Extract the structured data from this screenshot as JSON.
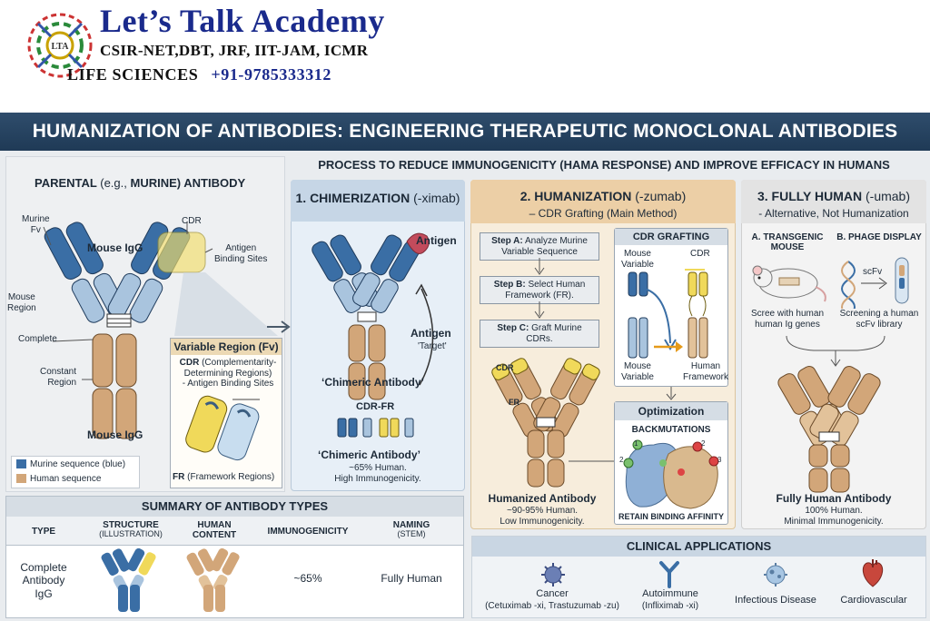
{
  "brand": {
    "title": "Let’s Talk Academy",
    "line2": "CSIR-NET,DBT, JRF, IIT-JAM, ICMR",
    "line3_a": "LIFE SCIENCES",
    "line3_b": "+91-9785333312",
    "logo_text": "LTA"
  },
  "banner": "HUMANIZATION OF ANTIBODIES: ENGINEERING THERAPEUTIC MONOCLONAL ANTIBODIES",
  "process_title": "PROCESS TO REDUCE IMMUNOGENICITY (HAMA RESPONSE) AND IMPROVE EFFICACY IN HUMANS",
  "parental": {
    "title_a": "PARENTAL",
    "title_b": "(e.g.,",
    "title_c": "MURINE) ANTIBODY",
    "murine_fv": "Murine\nFv",
    "cdr": "CDR",
    "mouse_igg": "Mouse IgG",
    "antigen_binding": "Antigen\nBinding Sites",
    "mouse_region": "Mouse\nRegion",
    "complete": "Complete",
    "constant_region": "Constant\nRegion",
    "mouse_igg2": "Mouse IgG"
  },
  "variable_box": {
    "title": "Variable Region (Fv)",
    "cdr_b": "CDR",
    "cdr_t": "(Complementarity-\nDetermining Regions)\n- Antigen Binding Sites",
    "fr_b": "FR",
    "fr_t": "(Framework Regions)"
  },
  "legend": {
    "murine": "Murine sequence (blue)",
    "human": "Human sequence",
    "murine_color": "#3a6ea5",
    "human_color": "#d2a679"
  },
  "chimerization": {
    "title": "1. CHIMERIZATION",
    "suffix": "(-ximab)",
    "antigen": "Antigen",
    "antigen_target": "Antigen",
    "target": "'Target'",
    "chimeric": "‘Chimeric Antibody’",
    "cdr_fr": "CDR-FR",
    "chimeric2": "‘Chimeric Antibody’",
    "desc1": "~65% Human.",
    "desc2": "High Immunogenicity."
  },
  "humanization": {
    "title": "2. HUMANIZATION",
    "suffix": "(-zumab)",
    "subtitle": "– CDR Grafting (Main Method)",
    "step_a_b": "Step A:",
    "step_a_t": "Analyze Murine\nVariable Sequence",
    "step_b_b": "Step B:",
    "step_b_t": "Select Human\nFramework (FR).",
    "step_c_b": "Step C:",
    "step_c_t": "Graft Murine CDRs.",
    "cdr_lbl": "CDR",
    "fr_lbl": "FR",
    "result": "Humanized Antibody",
    "desc1": "~90-95% Human.",
    "desc2": "Low Immunogenicity."
  },
  "cdr_grafting": {
    "title": "CDR GRAFTING",
    "mouse_var": "Mouse\nVariable",
    "cdr": "CDR",
    "mouse_var2": "Mouse\nVariable",
    "human_fw": "Human\nFramework"
  },
  "optimization": {
    "title": "Optimization",
    "backmut": "BACKMUTATIONS",
    "retain": "RETAIN BINDING AFFINITY",
    "n1": "1",
    "n2": "2",
    "n3": "2",
    "n4": "3"
  },
  "fully_human": {
    "title": "3. FULLY HUMAN",
    "suffix": "(-umab)",
    "subtitle": "- Alternative, Not Humanization",
    "a_title": "A. TRANSGENIC\nMOUSE",
    "b_title": "B. PHAGE DISPLAY",
    "scfv": "scFv",
    "a_desc": "Scree with human\nhuman Ig genes",
    "b_desc": "Screening a human\nscFv library",
    "result": "Fully Human Antibody",
    "desc1": "100% Human.",
    "desc2": "Minimal Immunogenicity."
  },
  "summary": {
    "title": "SUMMARY OF ANTIBODY TYPES",
    "headers": [
      {
        "main": "TYPE",
        "sub": ""
      },
      {
        "main": "STRUCTURE",
        "sub": "(ILLUSTRATION)"
      },
      {
        "main": "HUMAN\nCONTENT",
        "sub": ""
      },
      {
        "main": "IMMUNOGENICITY",
        "sub": ""
      },
      {
        "main": "NAMING",
        "sub": "(STEM)"
      }
    ],
    "row": {
      "type": "Complete\nAntibody\nIgG",
      "content": "",
      "immuno": "~65%",
      "naming": "Fully Human"
    }
  },
  "clinical": {
    "title": "CLINICAL APPLICATIONS",
    "items": [
      {
        "label": "Cancer",
        "sub": "(Cetuximab -xi, Trastuzumab -zu)",
        "icon": "virus-icon"
      },
      {
        "label": "Autoimmune",
        "sub": "(Infliximab -xi)",
        "icon": "antibody-icon"
      },
      {
        "label": "Infectious Disease",
        "sub": "",
        "icon": "microbe-icon"
      },
      {
        "label": "Cardiovascular",
        "sub": "",
        "icon": "heart-icon"
      }
    ]
  }
}
